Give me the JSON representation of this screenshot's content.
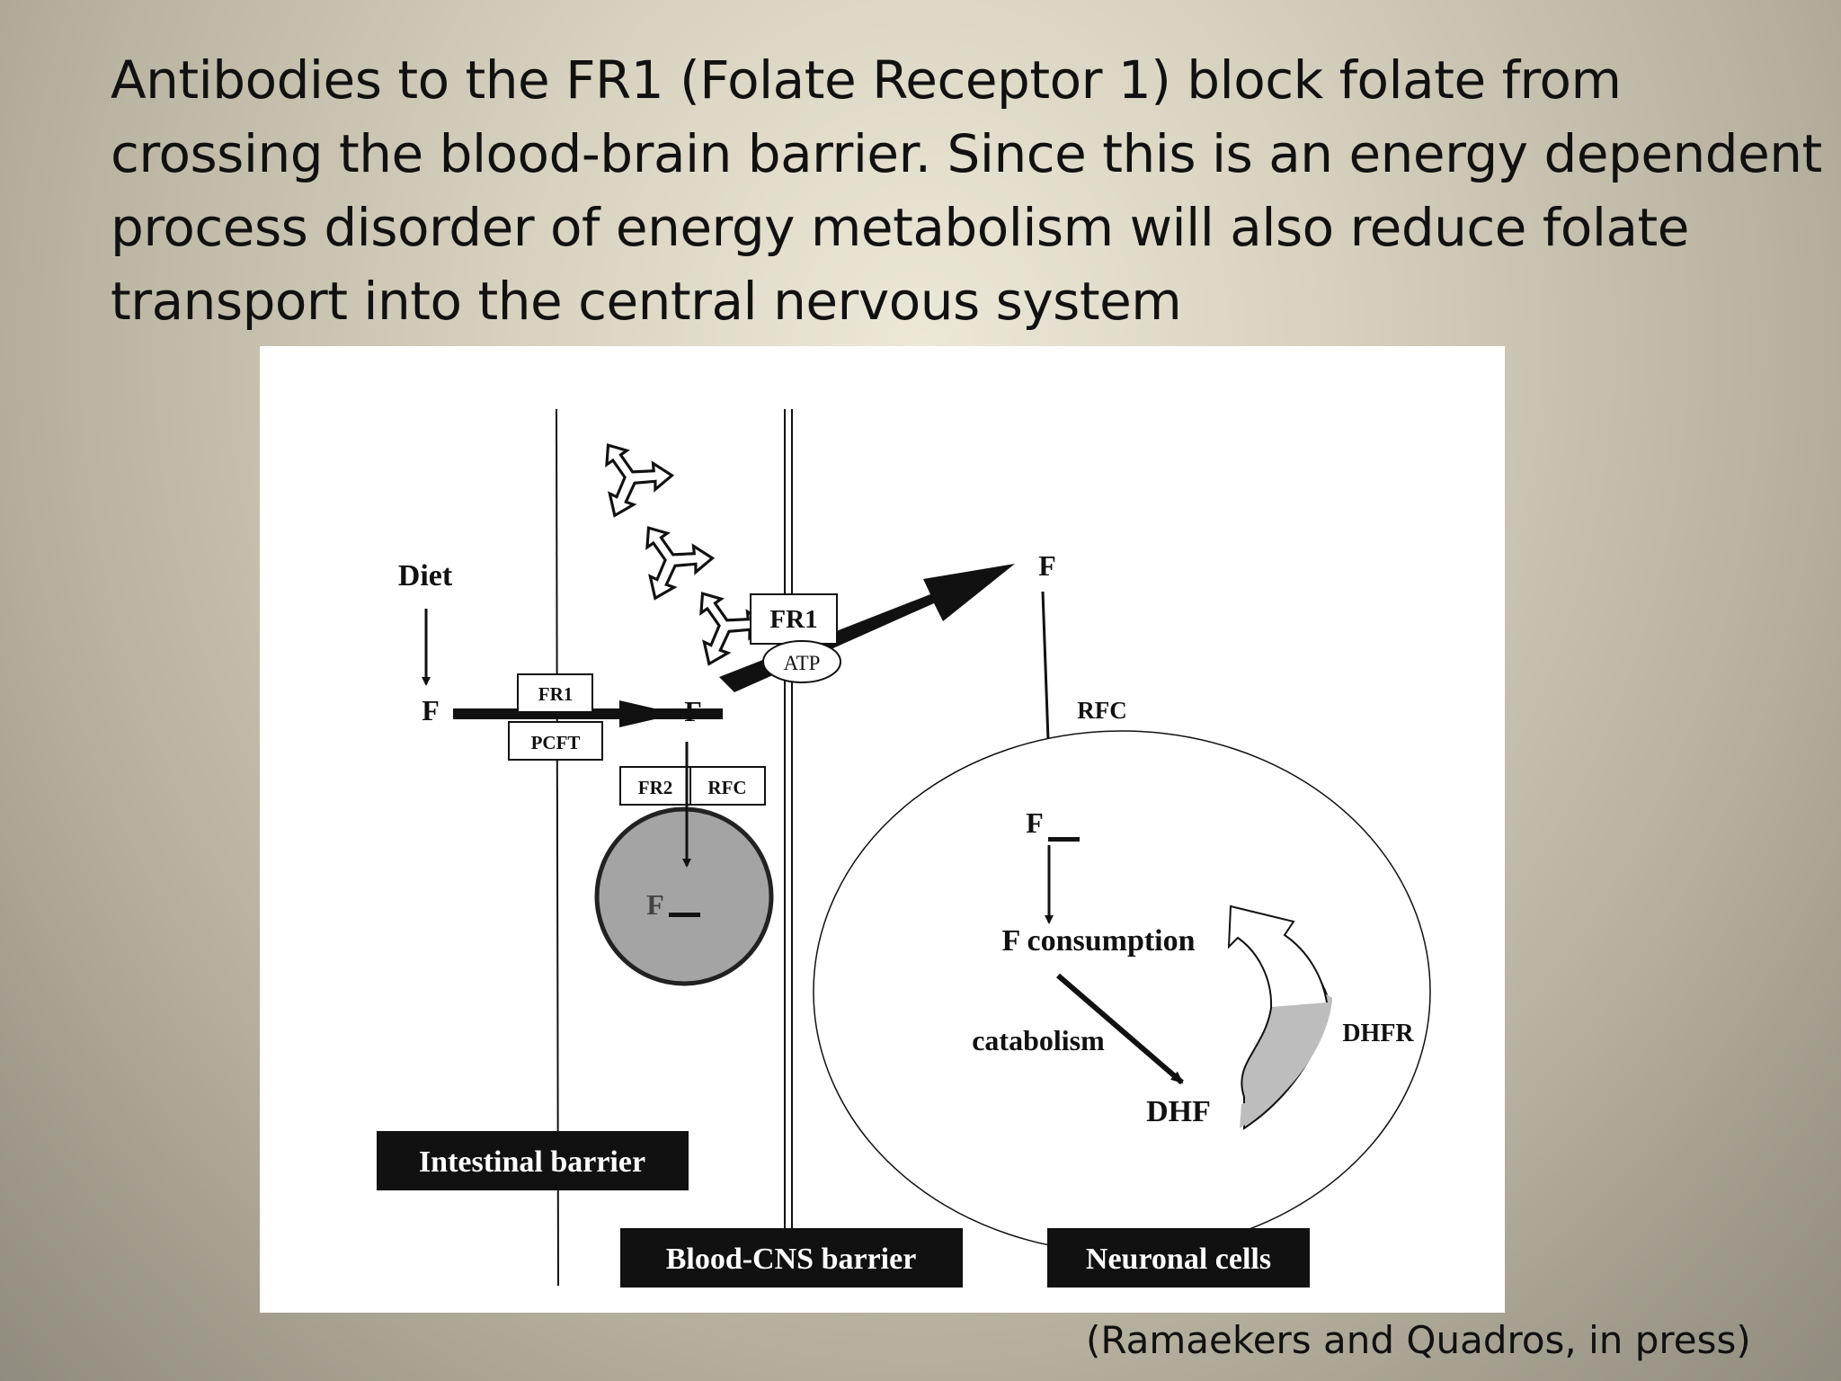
{
  "slide": {
    "title_lines": [
      "Antibodies to the FR1 (Folate Receptor 1) block folate from",
      "crossing the blood-brain barrier.  Since this is an energy dependent",
      "process disorder of energy metabolism will also reduce folate",
      "transport into the central nervous system"
    ],
    "citation": "(Ramaekers and Quadros, in press)"
  },
  "diagram": {
    "labels": {
      "diet": "Diet",
      "f_left": "F",
      "fr1_small": "FR1",
      "pcft": "PCFT",
      "f_mid": "F",
      "fr2": "FR2",
      "rfc_small": "RFC",
      "f_cell": "F",
      "fr1_big": "FR1",
      "atp": "ATP",
      "f_top": "F",
      "rfc_right": "RFC",
      "f_neuron": "F",
      "f_consumption": "F consumption",
      "catabolism": "catabolism",
      "dhf": "DHF",
      "dhfr": "DHFR"
    },
    "regions": {
      "intestinal": "Intestinal  barrier",
      "blood_cns": "Blood-CNS barrier",
      "neuronal": "Neuronal  cells"
    }
  }
}
